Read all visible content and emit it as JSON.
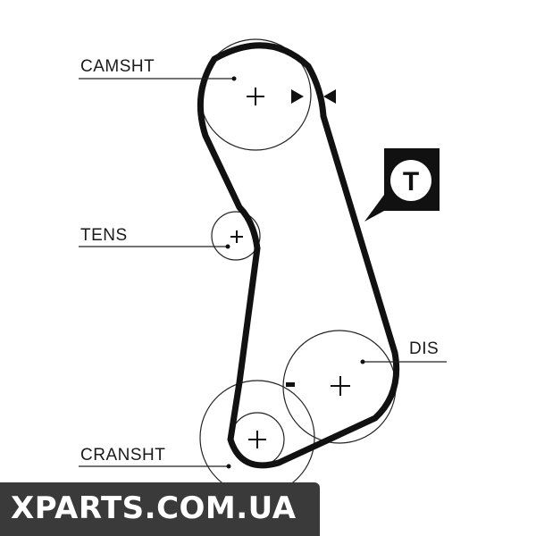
{
  "labels": {
    "camshaft": "CAMSHT",
    "tensioner": "TENS",
    "distributor": "DIS",
    "crankshaft": "CRANSHT"
  },
  "badge": {
    "letter": "T"
  },
  "watermark": {
    "text": "XPARTS.COM.UA"
  },
  "colors": {
    "line": "#111111",
    "badge": "#111111",
    "watermark_bg": "#3a3a3a"
  }
}
